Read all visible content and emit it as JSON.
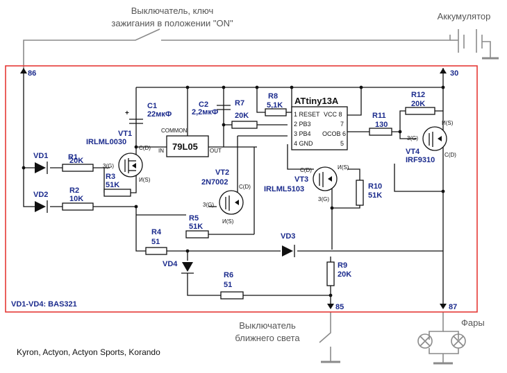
{
  "external": {
    "ignition_switch_line1": "Выключатель, ключ",
    "ignition_switch_line2": "зажигания в положении \"ON\"",
    "battery": "Аккумулятор",
    "headlights": "Фары",
    "low_beam_switch_line1": "Выключатель",
    "low_beam_switch_line2": "ближнего света",
    "models": "Kyron, Actyon, Actyon Sports, Korando"
  },
  "pins": {
    "p86": "86",
    "p30": "30",
    "p85": "85",
    "p87": "87"
  },
  "note": "VD1-VD4: BAS321",
  "components": {
    "c1_name": "C1",
    "c1_val": "22мкФ",
    "c2_name": "C2",
    "c2_val": "2,2мкФ",
    "reg_name": "79L05",
    "reg_common": "COMMON",
    "reg_in": "IN",
    "reg_out": "OUT",
    "r1_name": "R1",
    "r1_val": "20K",
    "r2_name": "R2",
    "r2_val": "10K",
    "r3_name": "R3",
    "r3_val": "51K",
    "r4_name": "R4",
    "r4_val": "51",
    "r5_name": "R5",
    "r5_val": "51K",
    "r6_name": "R6",
    "r6_val": "51",
    "r7_name": "R7",
    "r7_val": "20K",
    "r8_name": "R8",
    "r8_val": "5,1K",
    "r9_name": "R9",
    "r9_val": "20K",
    "r10_name": "R10",
    "r10_val": "51K",
    "r11_name": "R11",
    "r11_val": "130",
    "r12_name": "R12",
    "r12_val": "20K",
    "vd1": "VD1",
    "vd2": "VD2",
    "vd3": "VD3",
    "vd4": "VD4",
    "vt1_name": "VT1",
    "vt1_part": "IRLML0030",
    "vt2_name": "VT2",
    "vt2_part": "2N7002",
    "vt3_name": "VT3",
    "vt3_part": "IRLML5103",
    "vt4_name": "VT4",
    "vt4_part": "IRF9310",
    "gate": "3(G)",
    "source": "И(S)",
    "drain": "С(D)",
    "mcu_name": "ATtiny13A",
    "mcu_pin1": "1 RESET",
    "mcu_pin2": "2 PB3",
    "mcu_pin3": "3 PB4",
    "mcu_pin4": "4 GND",
    "mcu_pin5": "5",
    "mcu_pin6": "OCOB 6",
    "mcu_pin7": "7",
    "mcu_pin8": "VCC 8"
  }
}
